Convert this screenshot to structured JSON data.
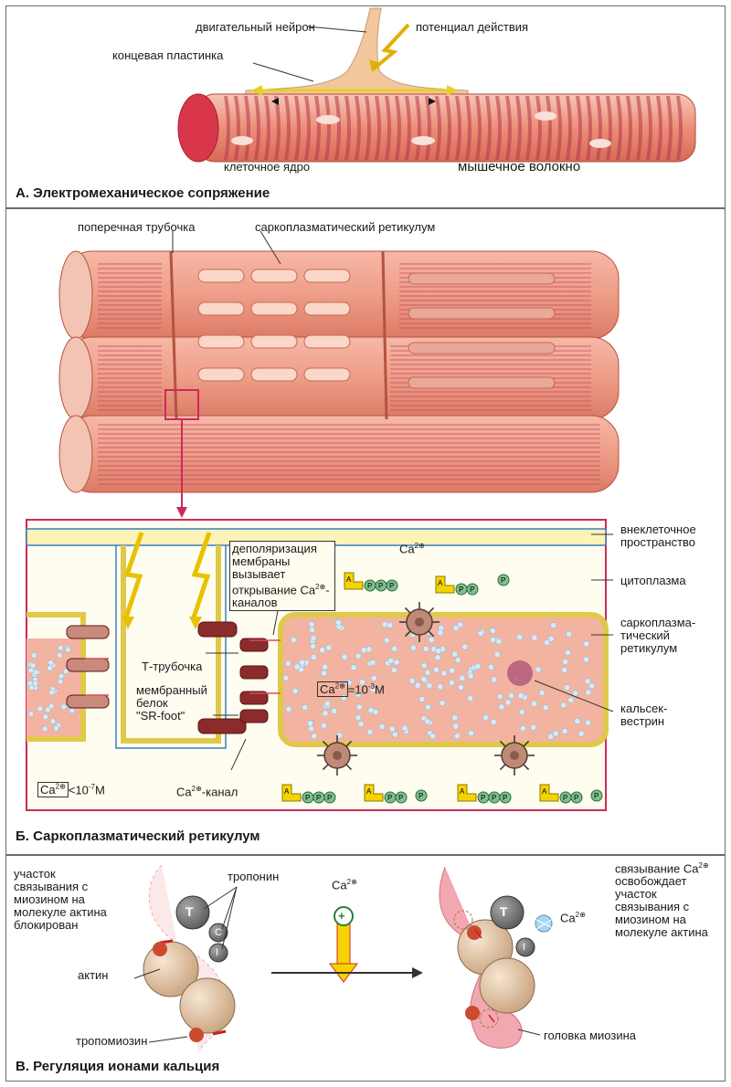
{
  "panel_a": {
    "title": "А. Электромеханическое сопряжение",
    "labels": {
      "motor_neuron": "двигательный нейрон",
      "action_potential": "потенциал действия",
      "end_plate": "концевая пластинка",
      "cell_nucleus": "клеточное ядро",
      "muscle_fiber": "мышечное волокно"
    }
  },
  "panel_b": {
    "title": "Б. Саркоплазматический ретикулум",
    "labels": {
      "t_tubule_top": "поперечная трубочка",
      "sr_top": "саркоплазматический ретикулум",
      "extracellular": "внеклеточное пространство",
      "cytoplasm": "цитоплазма",
      "sr_side": "саркоплазма-тический ретикулум",
      "calsequestrin": "кальсек-вестрин",
      "depolarization": "деполяризация мембраны вызывает открывание",
      "ca_channels_suffix": "-каналов",
      "t_tubule": "Т-трубочка",
      "membrane_protein": "мембранный белок",
      "sr_foot": "\"SR-foot\"",
      "ca_channel_suffix": "-канал",
      "ca_ion": "Ca",
      "charge": "2⊕",
      "conc_low_prefix": "<10",
      "conc_low_exp": "-7",
      "conc_high_prefix": "=10",
      "conc_high_exp": "-3",
      "molar": "M",
      "atp_a": "A",
      "atp_p": "P"
    }
  },
  "panel_c": {
    "title": "В. Регуляция ионами кальция",
    "labels": {
      "blocked": "участок связывания с миозином на молекуле актина блокирован",
      "troponin": "тропонин",
      "actin": "актин",
      "tropomyosin": "тропомиозин",
      "ca_ion": "Ca",
      "charge": "2⊕",
      "binding_prefix": "связывание",
      "released": "освобождает участок связывания с миозином",
      "on_actin": "на молекуле актина",
      "myosin_head": "головка миозина",
      "troponin_t": "T",
      "troponin_c": "C",
      "troponin_i": "I",
      "plus": "+"
    }
  },
  "colors": {
    "fiber": "#f2a08c",
    "fiber_dark": "#d9604f",
    "sr": "#f3b5a3",
    "border_pink": "#cc2a5a",
    "yellow": "#f5d300",
    "atp_green": "#7fbf8f",
    "actin_ball": "#ecd2b4",
    "troponin_gray": "#7f7f7f"
  }
}
